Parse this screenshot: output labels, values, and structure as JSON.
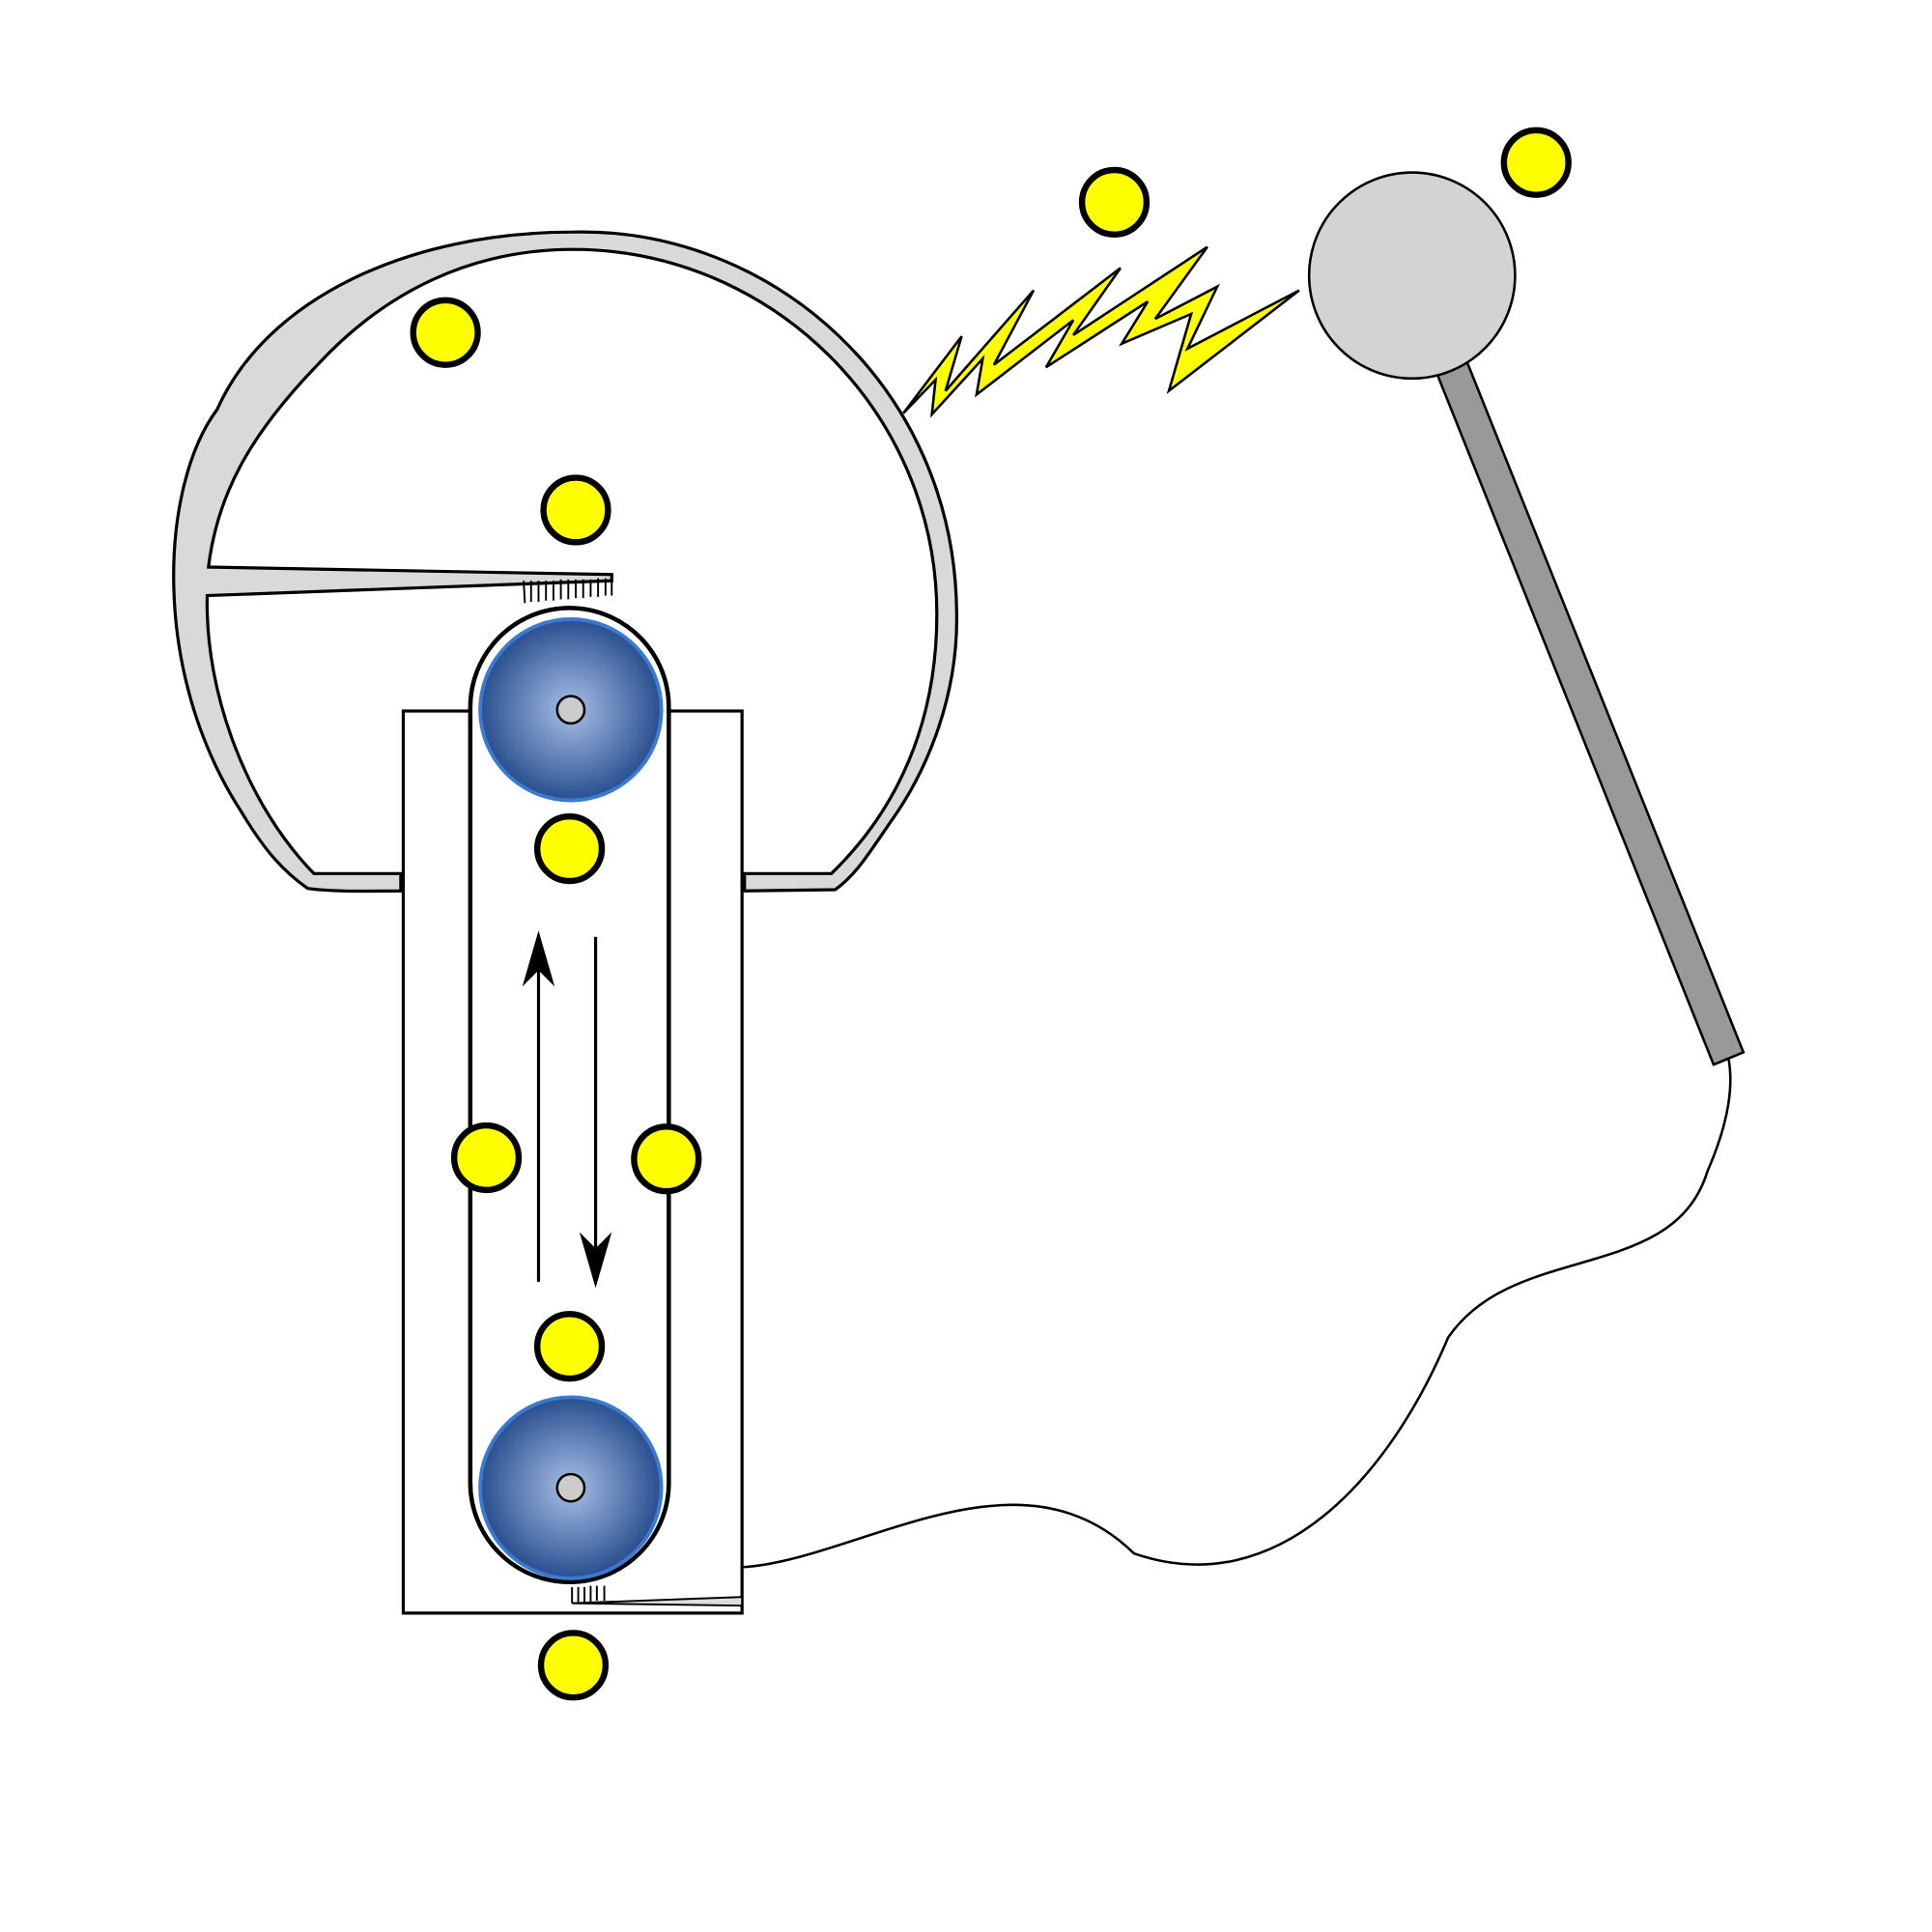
{
  "diagram": {
    "subject": "van-de-graaff-generator",
    "colors": {
      "background": "#ffffff",
      "dome_fill": "#d9d9d9",
      "roller_center": "#a8c0e8",
      "roller_edge": "#2a4f8f",
      "roller_stroke": "#3a7ad0",
      "charge_fill": "#ffff00",
      "spark_fill": "#ffff00",
      "discharge_ball": "#d3d3d3",
      "discharge_rod": "#999999",
      "outline": "#000000"
    },
    "belt_motion": [
      "up",
      "down"
    ],
    "charge_count": 9
  }
}
